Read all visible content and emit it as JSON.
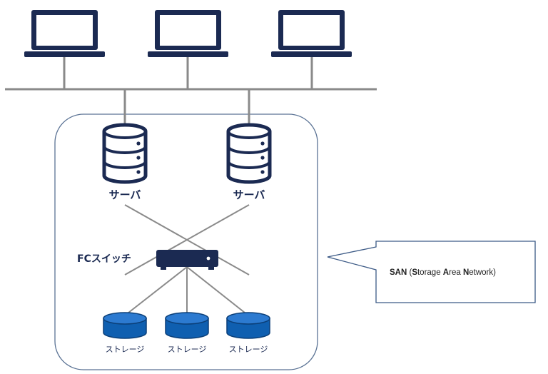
{
  "colors": {
    "navy": "#1b2a52",
    "storage_blue": "#0f5fb0",
    "line_gray": "#8a8a8a",
    "san_border": "#5a7294",
    "callout_border": "#3c5a86"
  },
  "clients": [
    {
      "icon": "laptop-icon"
    },
    {
      "icon": "laptop-icon"
    },
    {
      "icon": "laptop-icon"
    }
  ],
  "servers": [
    {
      "label": "サーバ",
      "icon": "server-icon"
    },
    {
      "label": "サーバ",
      "icon": "server-icon"
    }
  ],
  "fc_switch": {
    "label": "FCスイッチ",
    "icon": "switch-icon"
  },
  "storages": [
    {
      "label": "ストレージ",
      "icon": "storage-icon"
    },
    {
      "label": "ストレージ",
      "icon": "storage-icon"
    },
    {
      "label": "ストレージ",
      "icon": "storage-icon"
    }
  ],
  "callout": {
    "abbr": "SAN",
    "open": " (",
    "w1_initial": "S",
    "w1_rest": "torage ",
    "w2_initial": "A",
    "w2_rest": "rea ",
    "w3_initial": "N",
    "w3_rest": "etwork",
    "close": ")"
  }
}
